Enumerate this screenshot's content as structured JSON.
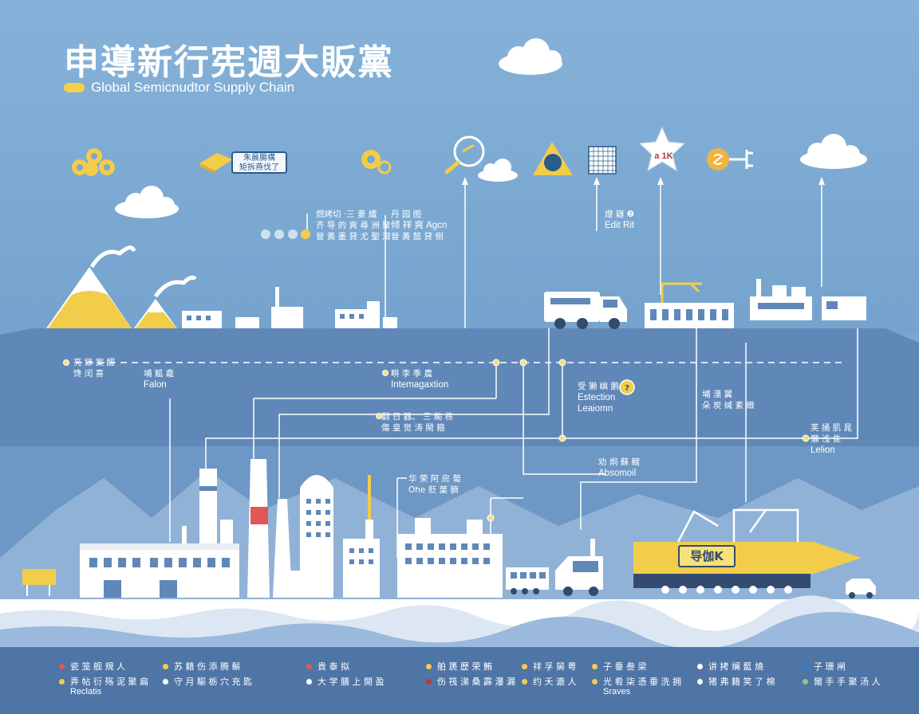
{
  "header": {
    "title": "申導新行宪週大販黨",
    "subtitle": "Global Semicnudtor Supply Chain"
  },
  "badges": {
    "tag_line1": "朱晨腸構",
    "tag_line2": "矩拆燕伐了",
    "star_text": "a 1K",
    "barge_text": "导伽K"
  },
  "labels": {
    "top_center_1": "燃烤切 ·三 菱 纖",
    "top_center_2": "齐 导 的 爽 尋 洲 聚",
    "top_center_3": "晉 黃 墨 貸 尤 聖 瀉",
    "top_right_1": "丹 园 图",
    "top_right_2": "倾 祥 爽 Agcn",
    "top_right_3": "晉 黃 懿 貸 侧",
    "edit_1": "燈 嶷 ❷",
    "edit_2": "Edit Rit",
    "left_1": "亮 錄 案 醒",
    "left_2": "馋 闰 喜",
    "fab_1": "埔 觚 龕",
    "fab_2": "Falon",
    "integ_1": "畊 李 季 農",
    "integ_2": "Intemagaxtion",
    "mid_1": "翻 日 器。 三 颱 栋",
    "mid_2": "傷 皇 觉 涛 鬧 箍",
    "est_1": "受 獭 嶼 鹏",
    "est_2": "Estection",
    "est_3": "Leaiomn",
    "right_1": "埔 漠 翼",
    "right_2": "朵 炭 缄 紊 緻",
    "far_right_1": "芙 捅 肌 晁",
    "far_right_2": "懶 浅 隹",
    "far_right_3": "Lelion",
    "assem_1": "劝 炯 蘇 轄",
    "assem_2": "Absomoil",
    "ship_1": "华 荣 阿 房 葡",
    "ship_2": "Ohe 贬 葉 臍"
  },
  "legend": [
    {
      "line1": "瓷 笼 舰 規 人",
      "line2": "",
      "color": "#e35656"
    },
    {
      "line1": "苏 籍 伤 添 腾 鬃",
      "line2": "",
      "color": "#f2cd4a"
    },
    {
      "line1": "貴 泰 拟",
      "line2": "",
      "color": "#e35656"
    },
    {
      "line1": "舶 篪 歷 荣 鮪",
      "line2": "",
      "color": "#f2cd4a"
    },
    {
      "line1": "祥 孚 舅 粤",
      "line2": "",
      "color": "#f2cd4a"
    },
    {
      "line1": "子 垂 叁 梁",
      "line2": "",
      "color": "#f2cd4a"
    },
    {
      "line1": "讲 拷 斓 藍 燒",
      "line2": "",
      "color": "#ffffff"
    },
    {
      "line1": "子 珊 闸",
      "line2": "",
      "color": "#2f7fd6"
    },
    {
      "line1": "弄 帖 衍 殇 泥 聚 扁",
      "line2": "Reclatis",
      "color": "#f2cd4a"
    },
    {
      "line1": "守 月 驅 栃 穴 充 匙",
      "line2": "",
      "color": "#ffffff"
    },
    {
      "line1": "大 学 膳 上 開 盈",
      "line2": "",
      "color": "#ffffff"
    },
    {
      "line1": "伤 筏 涕 桑 霹 瀑 漏",
      "line2": "",
      "color": "#c23434"
    },
    {
      "line1": "约 夭 漉 人",
      "line2": "",
      "color": "#f2cd4a"
    },
    {
      "line1": "光 肴 柒 憑 垂 洗 拥",
      "line2": "Sraves",
      "color": "#f2cd4a"
    },
    {
      "line1": "猪 弗 籍 笑 了 棉",
      "line2": "",
      "color": "#ffffff"
    },
    {
      "line1": "爾 手 手 聚 汤 人",
      "line2": "",
      "color": "#7fd17a"
    }
  ]
}
